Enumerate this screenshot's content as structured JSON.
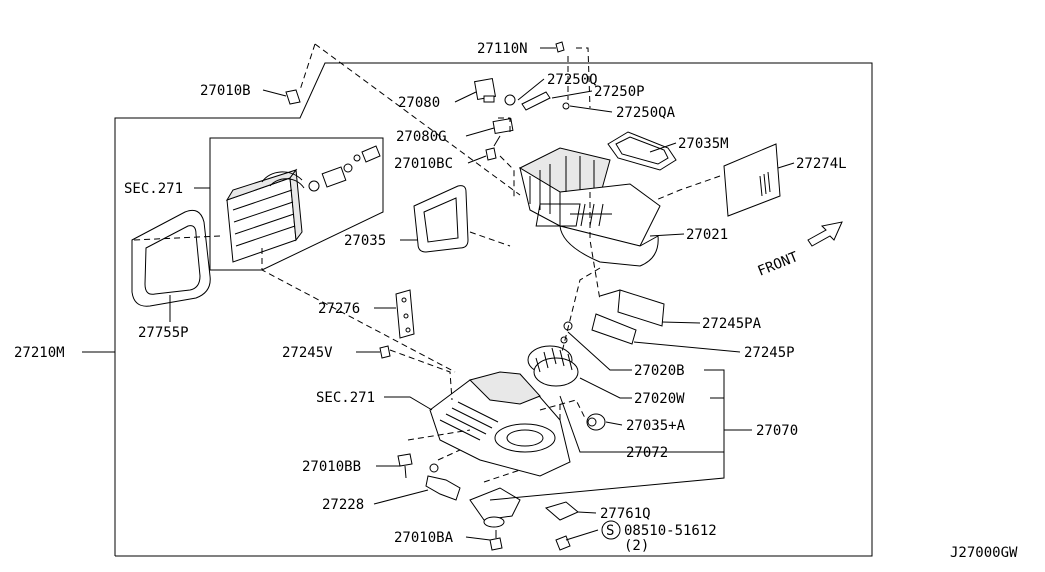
{
  "labels": {
    "p27110N": "27110N",
    "p27010B": "27010B",
    "p27250Q": "27250Q",
    "p27080": "27080",
    "p27250P": "27250P",
    "p27250QA": "27250QA",
    "p27080G": "27080G",
    "p27035M": "27035M",
    "p27010BC": "27010BC",
    "p27274L": "27274L",
    "sec271a": "SEC.271",
    "p27021": "27021",
    "p27035": "27035",
    "front": "FRONT",
    "p27276": "27276",
    "p27245PA": "27245PA",
    "p27755P": "27755P",
    "p27210M": "27210M",
    "p27245V": "27245V",
    "p27245P": "27245P",
    "p27020B": "27020B",
    "sec271b": "SEC.271",
    "p27020W": "27020W",
    "p27035A": "27035+A",
    "p27070": "27070",
    "p27072": "27072",
    "p27010BB": "27010BB",
    "p27228": "27228",
    "p27761Q": "27761Q",
    "p08510": "08510-51612",
    "qty2": "(2)",
    "p27010BA": "27010BA",
    "s_mark": "S",
    "diagram_code": "J27000GW"
  }
}
